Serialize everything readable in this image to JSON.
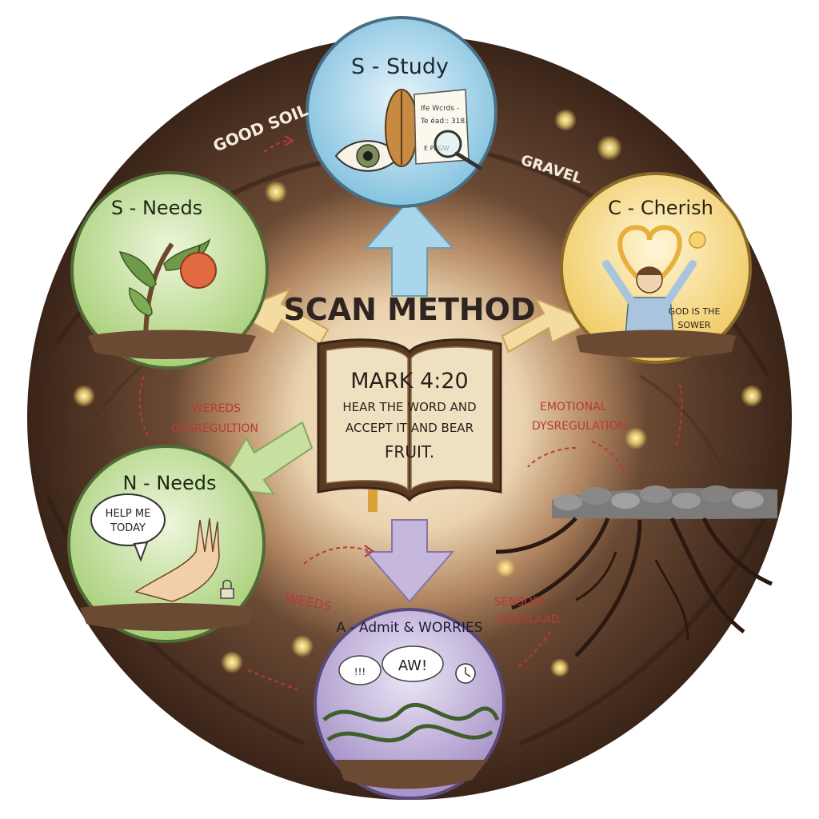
{
  "diagram": {
    "title": "SCAN METHOD",
    "center_book": {
      "reference": "MARK 4:20",
      "line1": "HEAR THE WORD AND",
      "line2": "ACCEPT IT AND BEAR",
      "line3": "FRUIT."
    },
    "nodes": {
      "study": {
        "title": "S - Study",
        "paper_line1": "Ife Wcrds -",
        "paper_line2": "Te éad:: 318.",
        "paper_line3": "E PEGW"
      },
      "cherish": {
        "title": "C - Cherish",
        "caption1": "GOD IS THE",
        "caption2": "SOWER"
      },
      "s_needs": {
        "title": "S - Needs"
      },
      "n_needs": {
        "title": "N - Needs",
        "bubble1": "HELP ME",
        "bubble2": "TODAY"
      },
      "admit": {
        "title": "A - Admit & WORRIES",
        "bubble_a": "!!!",
        "bubble_b": "AW!"
      }
    },
    "soil_labels": {
      "good_soil": "GOOD SOIL",
      "gravel": "GRAVEL",
      "weeds_top1": "WEREDS",
      "weeds_top2": "OVSREGULTION",
      "emotional1": "EMOTIONAL",
      "emotional2": "DYSREGULATION",
      "weeds_bottom": "WEEDS",
      "sensory1": "SENSORY",
      "sensory2": "OVERLAAD"
    },
    "colors": {
      "soil_dark": "#3a2418",
      "soil_mid": "#6b4a34",
      "center_glow": "#f3e3c8",
      "study_blue": "#a9d6ea",
      "cherish_yellow": "#f4d98a",
      "needs_green": "#c7df9f",
      "admit_purple": "#c6b8dc",
      "label_red": "#b83a33"
    }
  }
}
